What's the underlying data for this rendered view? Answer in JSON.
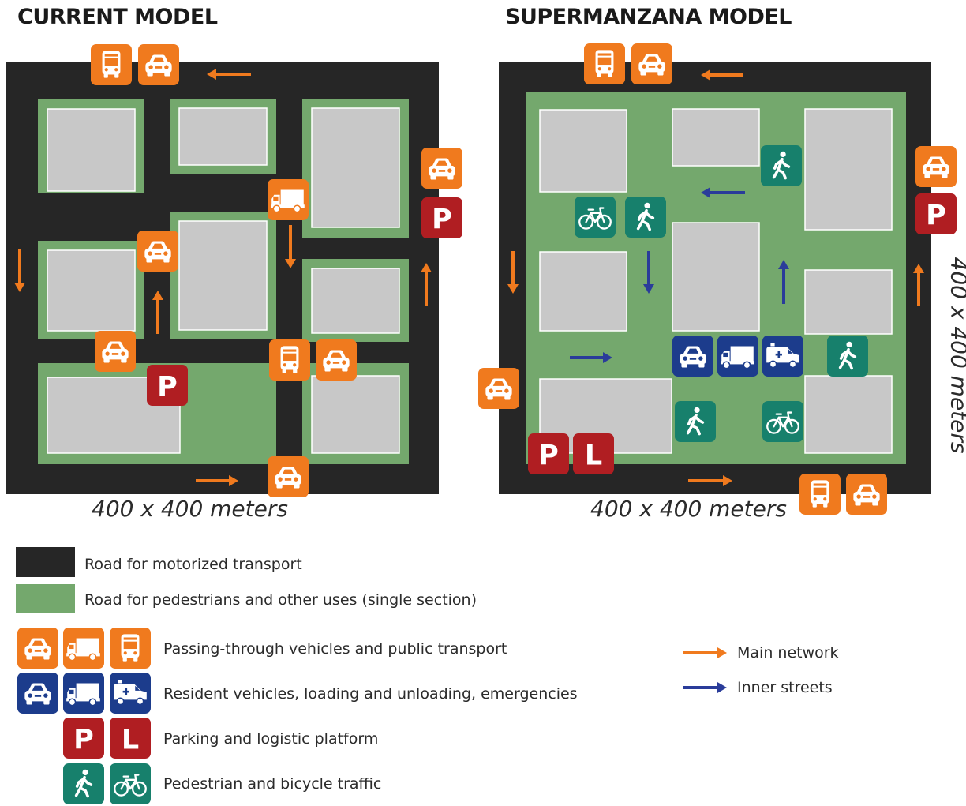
{
  "titles": {
    "current": "CURRENT MODEL",
    "supermanzana": "SUPERMANZANA MODEL"
  },
  "dimensions": {
    "current_bottom": "400 x 400 meters",
    "supermanzana_bottom": "400 x 400 meters",
    "supermanzana_side": "400 x 400 meters"
  },
  "icon_letters": {
    "parking": "P",
    "logistic": "L"
  },
  "colors": {
    "road": "#262626",
    "pedestrian_area": "#74a86d",
    "building": "#c8c8c8",
    "passing_through": "#f07a1e",
    "resident": "#1c3c8c",
    "parking_logistic": "#b01e22",
    "pedestrian_bicycle": "#17806c",
    "main_network_arrow": "#f07a1e",
    "inner_street_arrow": "#2a3c9a"
  },
  "legend": {
    "road_motorized": "Road for motorized transport",
    "road_pedestrian": "Road for pedestrians and other uses (single section)",
    "passing_through": "Passing-through vehicles and public transport",
    "resident": "Resident vehicles, loading and unloading, emergencies",
    "parking": "Parking and logistic platform",
    "pedestrian": "Pedestrian and bicycle traffic",
    "main_network": "Main network",
    "inner_streets": "Inner streets"
  }
}
